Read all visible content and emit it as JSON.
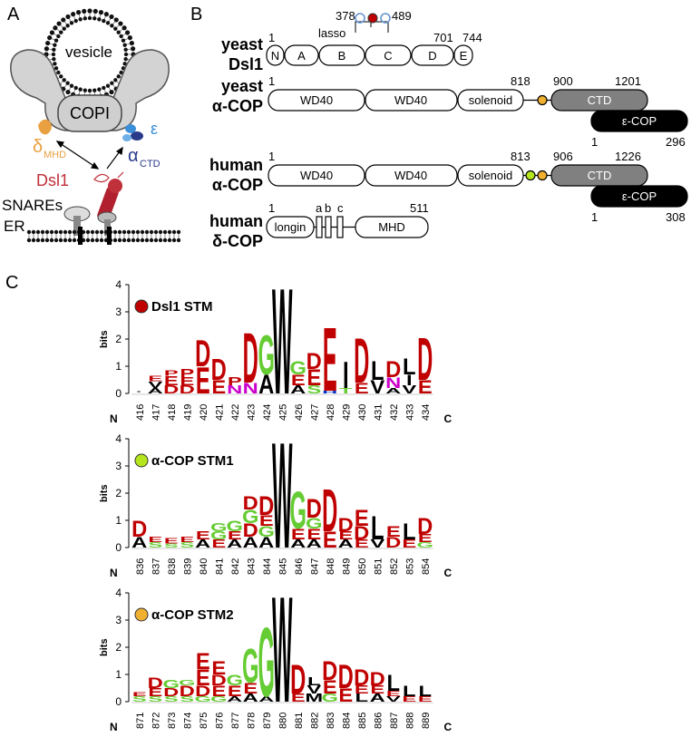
{
  "panel_a": {
    "letter": "A",
    "vesicle": "vesicle",
    "copi": "COPI",
    "epsilon": "ε",
    "delta": "δ",
    "delta_sub": "MHD",
    "alpha": "α",
    "alpha_sub": "CTD",
    "dsl1": "Dsl1",
    "snares": "SNAREs",
    "er": "ER"
  },
  "panel_b": {
    "letter": "B",
    "lasso_label": "lasso",
    "lasso_start": "378",
    "lasso_end": "489",
    "yeast_dsl1": {
      "name1": "yeast",
      "name2": "Dsl1",
      "start": "1",
      "pos_701": "701",
      "end": "744",
      "domains": [
        "N",
        "A",
        "B",
        "C",
        "D",
        "E"
      ]
    },
    "yeast_acop": {
      "name1": "yeast",
      "name2": "α-COP",
      "start": "1",
      "pos_solenoid_end": "818",
      "pos_ctd_start": "900",
      "pos_end": "1201",
      "domains": [
        "WD40",
        "WD40",
        "solenoid",
        "CTD"
      ],
      "partner": "ε-COP",
      "partner_start": "1",
      "partner_end": "296"
    },
    "human_acop": {
      "name1": "human",
      "name2": "α-COP",
      "start": "1",
      "pos_solenoid_end": "813",
      "pos_ctd_start": "906",
      "pos_end": "1226",
      "domains": [
        "WD40",
        "WD40",
        "solenoid",
        "CTD"
      ],
      "partner": "ε-COP",
      "partner_start": "1",
      "partner_end": "308"
    },
    "human_dcop": {
      "name1": "human",
      "name2": "δ-COP",
      "start": "1",
      "end": "511",
      "domains": [
        "longin",
        "MHD"
      ],
      "helix_labels": [
        "a",
        "b",
        "c"
      ]
    }
  },
  "panel_c": {
    "letter": "C",
    "colors": {
      "acidic": "#c00000",
      "hydrophobic": "#000000",
      "small": "#66cc33",
      "amide": "#cc00cc",
      "basic": "#0033cc",
      "dsl1_dot": "#c00000",
      "stm1_dot": "#b5e61d",
      "stm2_dot": "#f0b030"
    },
    "logos": [
      {
        "title": "Dsl1 STM",
        "y_label": "bits",
        "y_ticks": [
          "0",
          "1",
          "2",
          "3",
          "4"
        ],
        "n_label": "N",
        "c_label": "C",
        "positions": [
          "416",
          "417",
          "418",
          "419",
          "420",
          "421",
          "422",
          "423",
          "424",
          "425",
          "426",
          "427",
          "428",
          "429",
          "430",
          "431",
          "432",
          "433",
          "434"
        ]
      },
      {
        "title": "α-COP STM1",
        "y_label": "bits",
        "y_ticks": [
          "0",
          "1",
          "2",
          "3",
          "4"
        ],
        "n_label": "N",
        "c_label": "C",
        "positions": [
          "836",
          "837",
          "838",
          "839",
          "840",
          "841",
          "842",
          "843",
          "844",
          "845",
          "846",
          "847",
          "848",
          "849",
          "850",
          "851",
          "852",
          "853",
          "854"
        ]
      },
      {
        "title": "α-COP STM2",
        "y_label": "bits",
        "y_ticks": [
          "0",
          "1",
          "2",
          "3",
          "4"
        ],
        "n_label": "N",
        "c_label": "C",
        "positions": [
          "871",
          "872",
          "873",
          "874",
          "875",
          "876",
          "877",
          "878",
          "879",
          "880",
          "881",
          "882",
          "883",
          "884",
          "885",
          "886",
          "887",
          "888",
          "889"
        ]
      }
    ]
  }
}
